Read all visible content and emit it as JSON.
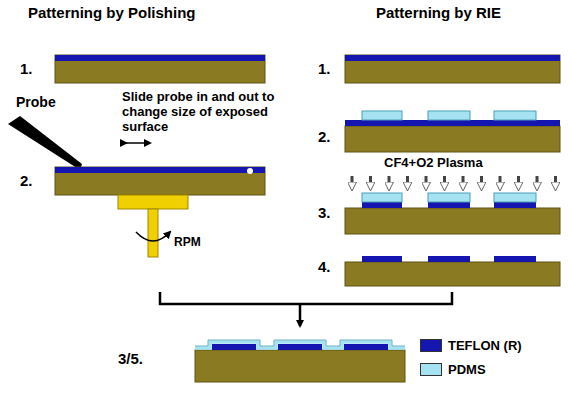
{
  "diagram": {
    "labels": [
      "Patterning by Polishing",
      "Patterning by RIE",
      "1.",
      "1.",
      "Probe",
      "Slide probe in and out to change size of exposed surface",
      "2.",
      "2.",
      "RPM",
      "CF4+O2 Plasma",
      "3.",
      "4.",
      "3/5."
    ],
    "legend": [
      {
        "text": "TEFLON (R)",
        "color": "#1515b0"
      },
      {
        "text": "PDMS",
        "color": "#a6e3f2"
      }
    ]
  }
}
